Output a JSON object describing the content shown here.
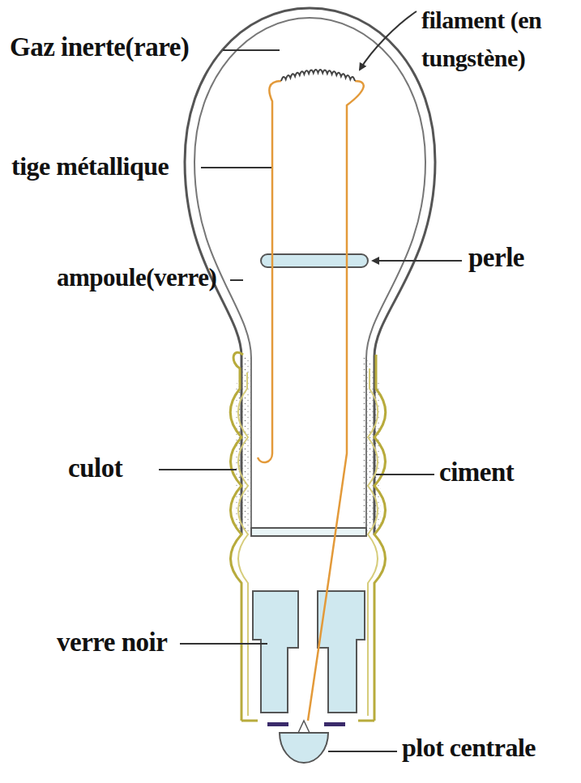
{
  "diagram": {
    "labels": [
      "Gaz inerte(rare)",
      "filament (en tungstène)",
      "tige métallique",
      "perle",
      "ampoule(verre)",
      "culot",
      "ciment",
      "verre noir",
      "plot centrale"
    ]
  }
}
